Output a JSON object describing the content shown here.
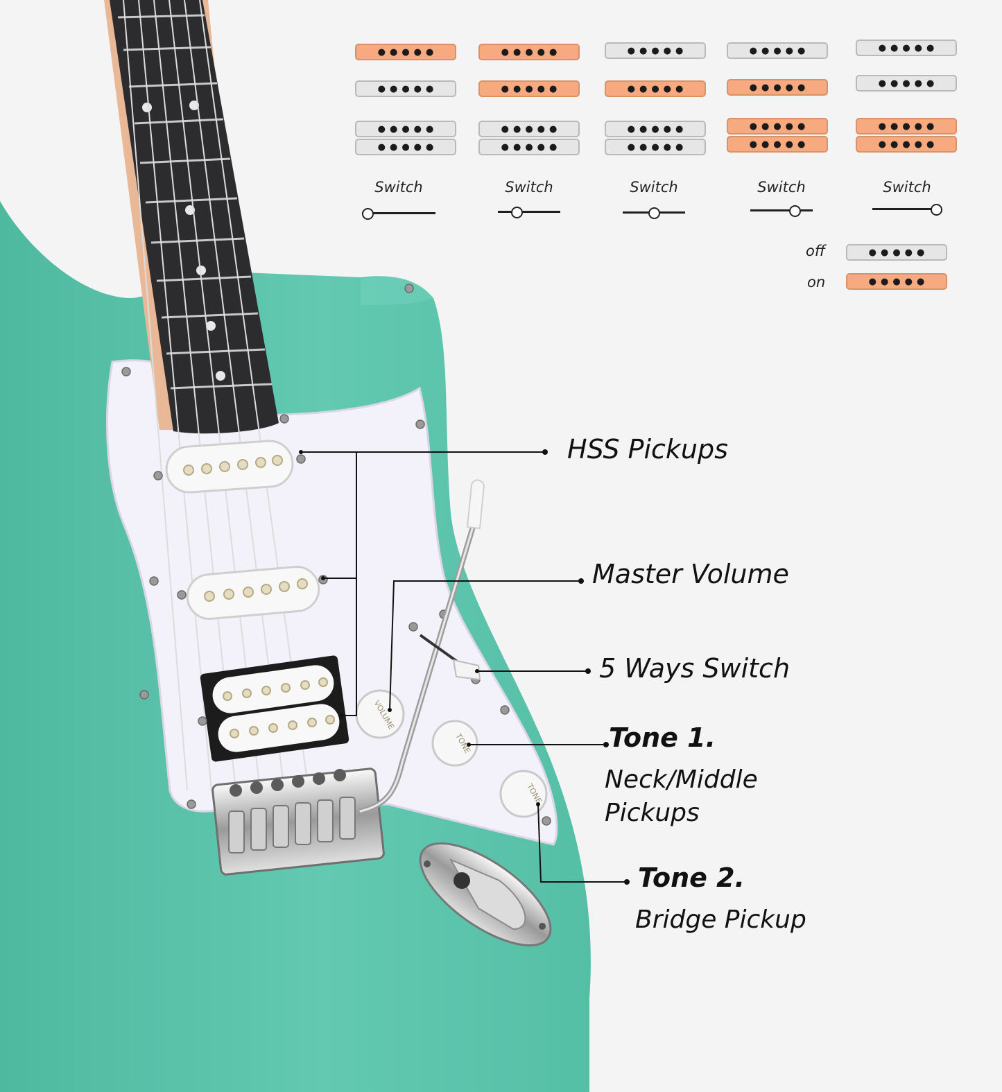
{
  "pickup_diagram": {
    "switch_label": "Switch",
    "positions": [
      {
        "neck": true,
        "middle": false,
        "bridge": false,
        "switch_level": 0.0
      },
      {
        "neck": true,
        "middle": true,
        "bridge": false,
        "switch_level": 0.25
      },
      {
        "neck": false,
        "middle": true,
        "bridge": false,
        "switch_level": 0.5
      },
      {
        "neck": false,
        "middle": true,
        "bridge": true,
        "switch_level": 0.75
      },
      {
        "neck": false,
        "middle": false,
        "bridge": true,
        "switch_level": 1.0
      }
    ],
    "legend": {
      "off": "off",
      "on": "on"
    },
    "colors": {
      "on": "#f7a97f",
      "off": "#e6e6e6"
    }
  },
  "callouts": {
    "hss_pickups": "HSS Pickups",
    "master_volume": "Master Volume",
    "five_way_switch": "5 Ways Switch",
    "tone1_title": "Tone 1.",
    "tone1_line1": "Neck/Middle",
    "tone1_line2": "Pickups",
    "tone2_title": "Tone 2.",
    "tone2_sub": "Bridge Pickup"
  },
  "guitar": {
    "body_color": "#5ec4ac",
    "pickguard_color": "#f2f0f8",
    "knob_volume": "VOLUME",
    "knob_tone": "TONE"
  }
}
